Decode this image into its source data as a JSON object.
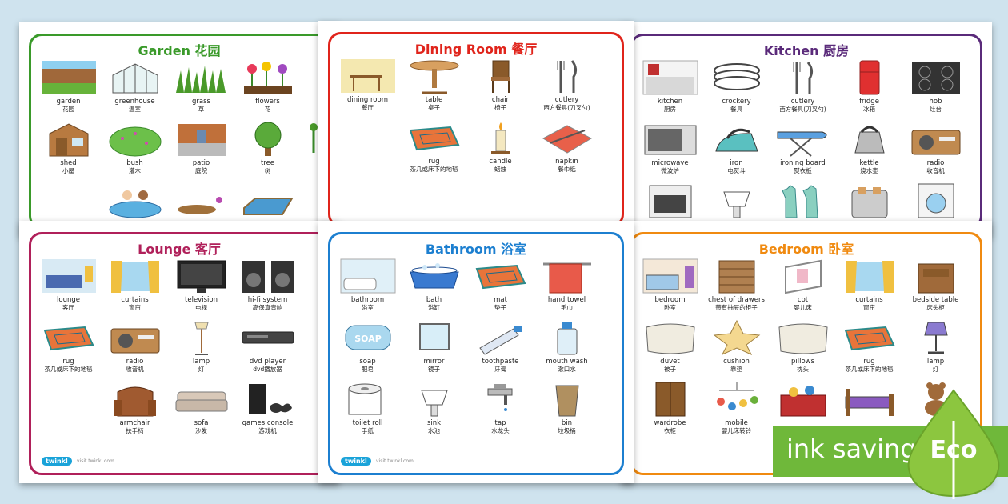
{
  "sheets": [
    {
      "title": "Garden 花园",
      "color": "#3a9a2a",
      "items": [
        {
          "en": "garden",
          "zh": "花园",
          "icon": "garden-icon"
        },
        {
          "en": "greenhouse",
          "zh": "温室",
          "icon": "greenhouse-icon"
        },
        {
          "en": "grass",
          "zh": "草",
          "icon": "grass-icon"
        },
        {
          "en": "flowers",
          "zh": "花",
          "icon": "flowers-icon"
        },
        {
          "en": "",
          "zh": "",
          "icon": "blank"
        },
        {
          "en": "shed",
          "zh": "小屋",
          "icon": "shed-icon"
        },
        {
          "en": "bush",
          "zh": "灌木",
          "icon": "bush-icon"
        },
        {
          "en": "patio",
          "zh": "庭院",
          "icon": "patio-icon"
        },
        {
          "en": "tree",
          "zh": "树",
          "icon": "tree-icon"
        },
        {
          "en": "ve",
          "zh": "",
          "icon": "vegetable-icon"
        },
        {
          "en": "",
          "zh": "",
          "icon": "blank"
        },
        {
          "en": "",
          "zh": "",
          "icon": "paddling-pool-icon"
        },
        {
          "en": "",
          "zh": "",
          "icon": "mud-icon"
        },
        {
          "en": "",
          "zh": "",
          "icon": "pond-icon"
        }
      ]
    },
    {
      "title": "Dining Room 餐厅",
      "color": "#e0241b",
      "items": [
        {
          "en": "dining room",
          "zh": "餐厅",
          "icon": "dining-room-icon"
        },
        {
          "en": "table",
          "zh": "桌子",
          "icon": "table-icon"
        },
        {
          "en": "chair",
          "zh": "椅子",
          "icon": "chair-icon"
        },
        {
          "en": "cutlery",
          "zh": "西方餐具(刀叉勺)",
          "icon": "cutlery-icon"
        },
        {
          "en": "",
          "zh": "",
          "icon": "blank"
        },
        {
          "en": "",
          "zh": "",
          "icon": "blank"
        },
        {
          "en": "rug",
          "zh": "茶几或床下的地毯",
          "icon": "rug-icon"
        },
        {
          "en": "candle",
          "zh": "蜡烛",
          "icon": "candle-icon"
        },
        {
          "en": "napkin",
          "zh": "餐巾纸",
          "icon": "napkin-icon"
        }
      ]
    },
    {
      "title": "Kitchen 厨房",
      "color": "#5a2a7a",
      "items": [
        {
          "en": "kitchen",
          "zh": "厨房",
          "icon": "kitchen-icon"
        },
        {
          "en": "crockery",
          "zh": "餐具",
          "icon": "crockery-icon"
        },
        {
          "en": "cutlery",
          "zh": "西方餐具(刀叉勺)",
          "icon": "cutlery-icon"
        },
        {
          "en": "fridge",
          "zh": "冰箱",
          "icon": "fridge-icon"
        },
        {
          "en": "hob",
          "zh": "灶台",
          "icon": "hob-icon"
        },
        {
          "en": "microwave",
          "zh": "微波炉",
          "icon": "microwave-icon"
        },
        {
          "en": "iron",
          "zh": "电熨斗",
          "icon": "iron-icon"
        },
        {
          "en": "ironing board",
          "zh": "熨衣板",
          "icon": "ironing-board-icon"
        },
        {
          "en": "kettle",
          "zh": "烧水壶",
          "icon": "kettle-icon"
        },
        {
          "en": "radio",
          "zh": "收音机",
          "icon": "radio-icon"
        },
        {
          "en": "",
          "zh": "",
          "icon": "oven-icon"
        },
        {
          "en": "",
          "zh": "",
          "icon": "sink-icon"
        },
        {
          "en": "",
          "zh": "",
          "icon": "gloves-icon"
        },
        {
          "en": "",
          "zh": "",
          "icon": "toaster-icon"
        },
        {
          "en": "",
          "zh": "",
          "icon": "washing-machine-icon"
        }
      ]
    },
    {
      "title": "Lounge 客厅",
      "color": "#b0205a",
      "items": [
        {
          "en": "lounge",
          "zh": "客厅",
          "icon": "lounge-icon"
        },
        {
          "en": "curtains",
          "zh": "窗帘",
          "icon": "curtains-icon"
        },
        {
          "en": "television",
          "zh": "电视",
          "icon": "television-icon"
        },
        {
          "en": "hi-fi system",
          "zh": "高保真音响",
          "icon": "speakers-icon"
        },
        {
          "en": "",
          "zh": "",
          "icon": "blank"
        },
        {
          "en": "rug",
          "zh": "茶几或床下的地毯",
          "icon": "rug-icon"
        },
        {
          "en": "radio",
          "zh": "收音机",
          "icon": "radio-icon"
        },
        {
          "en": "lamp",
          "zh": "灯",
          "icon": "floor-lamp-icon"
        },
        {
          "en": "dvd player",
          "zh": "dvd播放器",
          "icon": "dvd-player-icon"
        },
        {
          "en": "",
          "zh": "",
          "icon": "blank"
        },
        {
          "en": "",
          "zh": "",
          "icon": "blank"
        },
        {
          "en": "armchair",
          "zh": "扶手椅",
          "icon": "armchair-icon"
        },
        {
          "en": "sofa",
          "zh": "沙发",
          "icon": "sofa-icon"
        },
        {
          "en": "games console",
          "zh": "游戏机",
          "icon": "games-console-icon"
        }
      ],
      "logo": "twinkl",
      "logo_url": "visit twinkl.com"
    },
    {
      "title": "Bathroom 浴室",
      "color": "#1c7fd0",
      "items": [
        {
          "en": "bathroom",
          "zh": "浴室",
          "icon": "bathroom-icon"
        },
        {
          "en": "bath",
          "zh": "浴缸",
          "icon": "bath-icon"
        },
        {
          "en": "mat",
          "zh": "垫子",
          "icon": "mat-icon"
        },
        {
          "en": "hand towel",
          "zh": "毛巾",
          "icon": "towel-icon"
        },
        {
          "en": "",
          "zh": "",
          "icon": "blank"
        },
        {
          "en": "soap",
          "zh": "肥皂",
          "icon": "soap-icon"
        },
        {
          "en": "mirror",
          "zh": "镜子",
          "icon": "mirror-icon"
        },
        {
          "en": "toothpaste",
          "zh": "牙膏",
          "icon": "toothpaste-icon"
        },
        {
          "en": "mouth wash",
          "zh": "漱口水",
          "icon": "mouthwash-icon"
        },
        {
          "en": "",
          "zh": "",
          "icon": "blank"
        },
        {
          "en": "toilet roll",
          "zh": "手纸",
          "icon": "toilet-roll-icon"
        },
        {
          "en": "sink",
          "zh": "水池",
          "icon": "sink-icon"
        },
        {
          "en": "tap",
          "zh": "水龙头",
          "icon": "tap-icon"
        },
        {
          "en": "bin",
          "zh": "垃圾桶",
          "icon": "bin-icon"
        }
      ],
      "logo": "twinkl",
      "logo_url": "visit twinkl.com"
    },
    {
      "title": "Bedroom 卧室",
      "color": "#f08a10",
      "items": [
        {
          "en": "bedroom",
          "zh": "卧室",
          "icon": "bedroom-icon"
        },
        {
          "en": "chest of drawers",
          "zh": "带有抽屉的柜子",
          "icon": "drawers-icon"
        },
        {
          "en": "cot",
          "zh": "婴儿床",
          "icon": "cot-icon"
        },
        {
          "en": "curtains",
          "zh": "窗帘",
          "icon": "curtains-icon"
        },
        {
          "en": "bedside table",
          "zh": "床头柜",
          "icon": "bedside-table-icon"
        },
        {
          "en": "duvet",
          "zh": "被子",
          "icon": "duvet-icon"
        },
        {
          "en": "cushion",
          "zh": "靠垫",
          "icon": "cushion-icon"
        },
        {
          "en": "pillows",
          "zh": "枕头",
          "icon": "pillow-icon"
        },
        {
          "en": "rug",
          "zh": "茶几或床下的地毯",
          "icon": "rug-icon"
        },
        {
          "en": "lamp",
          "zh": "灯",
          "icon": "lamp-icon"
        },
        {
          "en": "wardrobe",
          "zh": "衣柜",
          "icon": "wardrobe-icon"
        },
        {
          "en": "mobile",
          "zh": "婴儿床转铃",
          "icon": "mobile-icon"
        },
        {
          "en": "",
          "zh": "",
          "icon": "toybox-icon"
        },
        {
          "en": "",
          "zh": "",
          "icon": "bed-icon"
        },
        {
          "en": "",
          "zh": "",
          "icon": "teddy-icon"
        }
      ]
    }
  ],
  "badge": {
    "label": "ink saving",
    "leaf_label": "Eco",
    "bar_color": "#6fb83a",
    "leaf_color": "#8cc63f"
  }
}
